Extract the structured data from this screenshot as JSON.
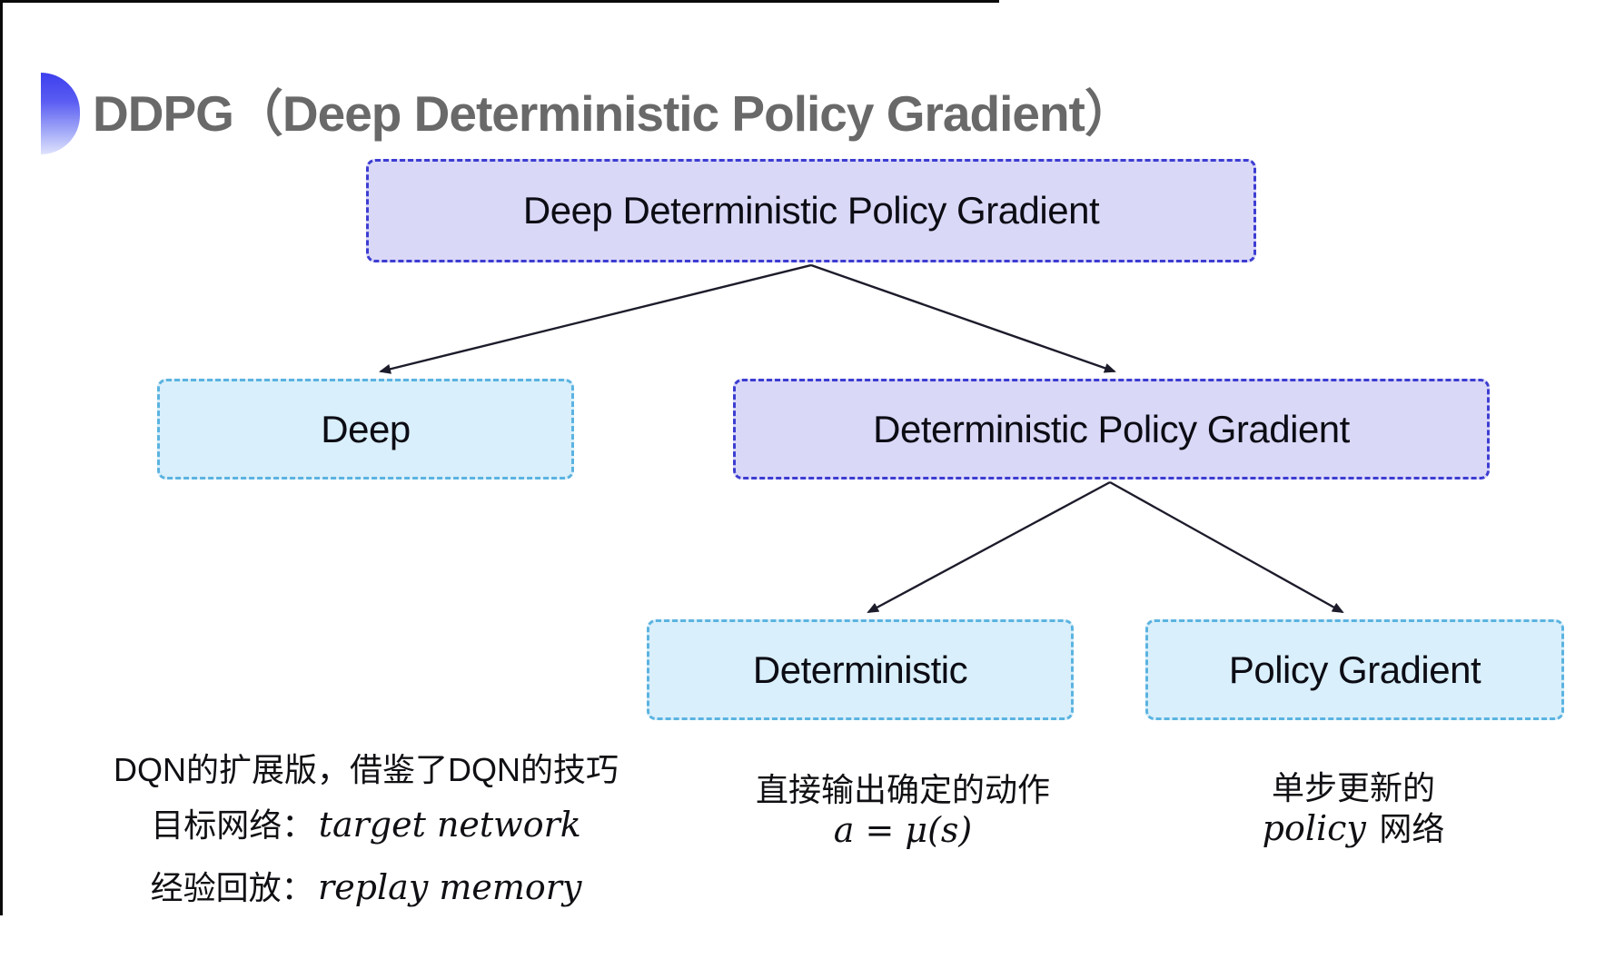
{
  "title": "DDPG（Deep Deterministic Policy Gradient）",
  "tree": {
    "root": "Deep Deterministic Policy Gradient",
    "deep": "Deep",
    "dpg": "Deterministic Policy Gradient",
    "deterministic": "Deterministic",
    "policy_gradient": "Policy Gradient"
  },
  "notes": {
    "deep": {
      "line1": "DQN的扩展版，借鉴了DQN的技巧",
      "target_label": "目标网络：",
      "target_value": "target network",
      "replay_label": "经验回放：",
      "replay_value": "replay memory"
    },
    "deterministic": {
      "line1": "直接输出确定的动作",
      "formula": "a = μ(s)"
    },
    "policy_gradient": {
      "line1": "单步更新的",
      "word_italic": "policy",
      "word_rest": "网络"
    }
  },
  "colors": {
    "purple_fill": "#dad8f7",
    "purple_border": "#3d3dd2",
    "cyan_fill": "#d9effb",
    "cyan_border": "#5bb3e0",
    "title_gray": "#696969",
    "arrow": "#1c1c2b",
    "bullet_gradient_top": "#3d3fee",
    "bullet_gradient_bottom": "#dfe3fd"
  }
}
